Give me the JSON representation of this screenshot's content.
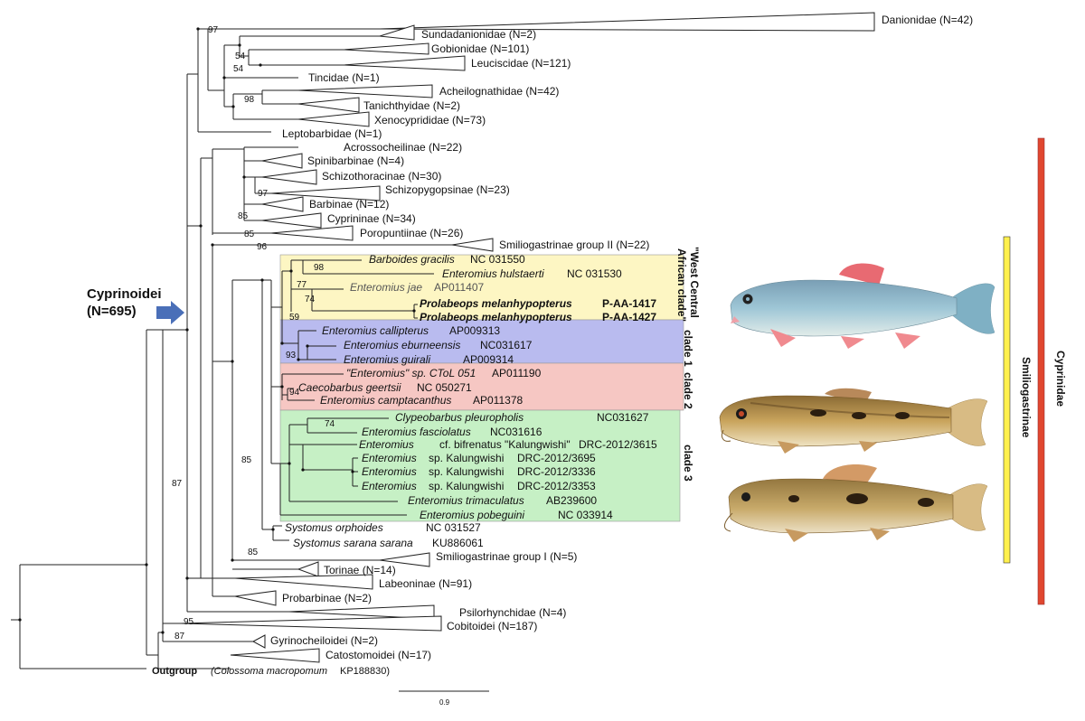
{
  "title": "Cyprinoidei",
  "title_count": "(N=695)",
  "support": {
    "s97": "97",
    "s54a": "54",
    "s54b": "54",
    "s98a": "98",
    "s97b": "97",
    "s85a": "85",
    "s85b": "85",
    "s96": "96",
    "s98b": "98",
    "s77": "77",
    "s74a": "74",
    "s59": "59",
    "s93": "93",
    "s94": "94",
    "s74b": "74",
    "s85c": "85",
    "s85d": "85",
    "s87a": "87",
    "s95": "95",
    "s87b": "87"
  },
  "families": {
    "danionidae": "Danionidae (N=42)",
    "sundadanionidae": "Sundadanionidae (N=2)",
    "gobionidae": "Gobionidae (N=101)",
    "leuciscidae": "Leuciscidae (N=121)",
    "tincidae": "Tincidae (N=1)",
    "acheilognathidae": "Acheilognathidae (N=42)",
    "tanichthyidae": "Tanichthyidae (N=2)",
    "xenocyprididae": "Xenocyprididae (N=73)",
    "leptobarbidae": "Leptobarbidae (N=1)",
    "acrossocheilinae": "Acrossocheilinae (N=22)",
    "spinibarbinae": "Spinibarbinae (N=4)",
    "schizothoracinae": "Schizothoracinae (N=30)",
    "schizopygopsinae": "Schizopygopsinae (N=23)",
    "barbinae": "Barbinae (N=12)",
    "cyprininae": "Cyprininae (N=34)",
    "poropuntiinae": "Poropuntiinae (N=26)",
    "smilio2": "Smiliogastrinae group II (N=22)",
    "smilio1": "Smiliogastrinae group I (N=5)",
    "torinae": "Torinae (N=14)",
    "labeoninae": "Labeoninae (N=91)",
    "probarbinae": "Probarbinae (N=2)",
    "psilorhynchidae": "Psilorhynchidae (N=4)",
    "cobitoidei": "Cobitoidei (N=187)",
    "gyrinocheiloidei": "Gyrinocheiloidei (N=2)",
    "catostomoidei": "Catostomoidei (N=17)"
  },
  "taxa": {
    "barboides_name": "Barboides gracilis",
    "barboides_acc": "NC 031550",
    "hulstaerti_name": "Enteromius hulstaerti",
    "hulstaerti_acc": "NC 031530",
    "jae_name": "Enteromius jae",
    "jae_acc": "AP011407",
    "prol1_name": "Prolabeops melanhypopterus",
    "prol1_acc": "P-AA-1417",
    "prol2_name": "Prolabeops melanhypopterus",
    "prol2_acc": "P-AA-1427",
    "callipterus_name": "Enteromius callipterus",
    "callipterus_acc": "AP009313",
    "eburneensis_name": "Enteromius eburneensis",
    "eburneensis_acc": "NC031617",
    "guirali_name": "Enteromius guirali",
    "guirali_acc": "AP009314",
    "ctol_name": "\"Enteromius\" sp. CToL 051",
    "ctol_acc": "AP011190",
    "caeco_name": "Caecobarbus geertsii",
    "caeco_acc": "NC 050271",
    "campta_name": "Enteromius camptacanthus",
    "campta_acc": "AP011378",
    "clypeo_name": "Clypeobarbus pleuropholis",
    "clypeo_acc": "NC031627",
    "fasciolatus_name": "Enteromius fasciolatus",
    "fasciolatus_acc": "NC031616",
    "bifren_genus": "Enteromius",
    "bifren_epithet": "cf. bifrenatus \"Kalungwishi\"",
    "bifren_acc": "DRC-2012/3615",
    "sp1_genus": "Enteromius",
    "sp1_epithet": "sp. Kalungwishi",
    "sp1_acc": "DRC-2012/3695",
    "sp2_genus": "Enteromius",
    "sp2_epithet": "sp. Kalungwishi",
    "sp2_acc": "DRC-2012/3336",
    "sp3_genus": "Enteromius",
    "sp3_epithet": "sp. Kalungwishi",
    "sp3_acc": "DRC-2012/3353",
    "trima_name": "Enteromius trimaculatus",
    "trima_acc": "AB239600",
    "pobeg_name": "Enteromius pobeguini",
    "pobeg_acc": "NC 033914",
    "orph_name": "Systomus orphoides",
    "orph_acc": "NC 031527",
    "sarana_name": "Systomus sarana sarana",
    "sarana_acc": "KU886061"
  },
  "outgroup": {
    "label": "Outgroup",
    "species": "(Colossoma macropomum",
    "accession": "KP188830)"
  },
  "clades": {
    "west_line1": "\"West Central",
    "west_line2": "African clade\"",
    "clade1": "clade 1",
    "clade2": "clade 2",
    "clade3": "clade 3"
  },
  "bars": {
    "smilio_label": "Smiliogastrinae",
    "cyprinidae_label": "Cyprinidae"
  },
  "scale_bar": {
    "label": "0.9"
  },
  "colors": {
    "west_clade_fill": "#fdf6c3",
    "clade1_fill": "#b9bbef",
    "clade2_fill": "#f6c7c3",
    "clade3_fill": "#c6f0c5",
    "smilio_bar": "#fff04d",
    "cyprinidae_bar": "#e0472f",
    "arrow": "#4a6fb8"
  }
}
